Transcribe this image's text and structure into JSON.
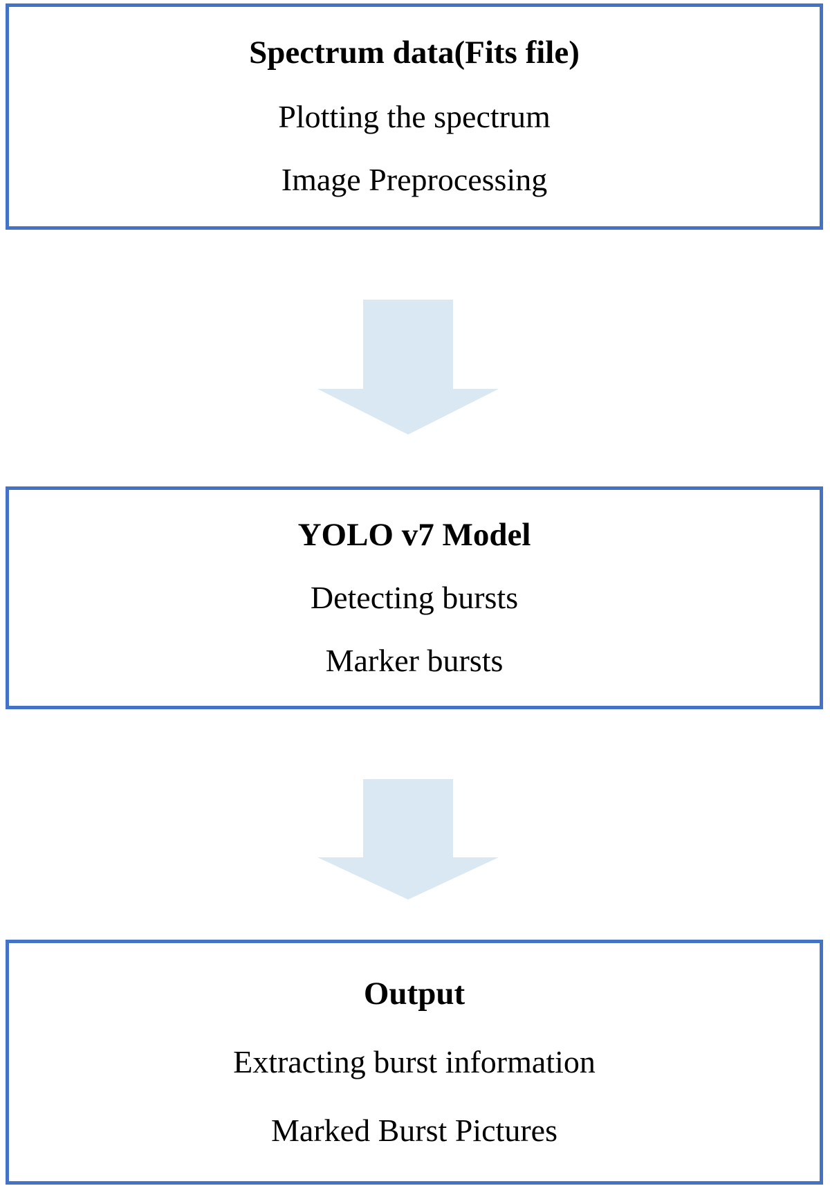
{
  "diagram": {
    "boxes": [
      {
        "title": "Spectrum data(Fits file)",
        "lines": [
          "Plotting the spectrum",
          "Image Preprocessing"
        ]
      },
      {
        "title": "YOLO v7 Model",
        "lines": [
          "Detecting bursts",
          "Marker bursts"
        ]
      },
      {
        "title": "Output",
        "lines": [
          "Extracting burst information",
          "Marked Burst Pictures"
        ]
      }
    ],
    "colors": {
      "box_border": "#4472C4",
      "arrow_fill": "#D9E8F2",
      "text": "#000000",
      "background": "#FFFFFF"
    }
  }
}
